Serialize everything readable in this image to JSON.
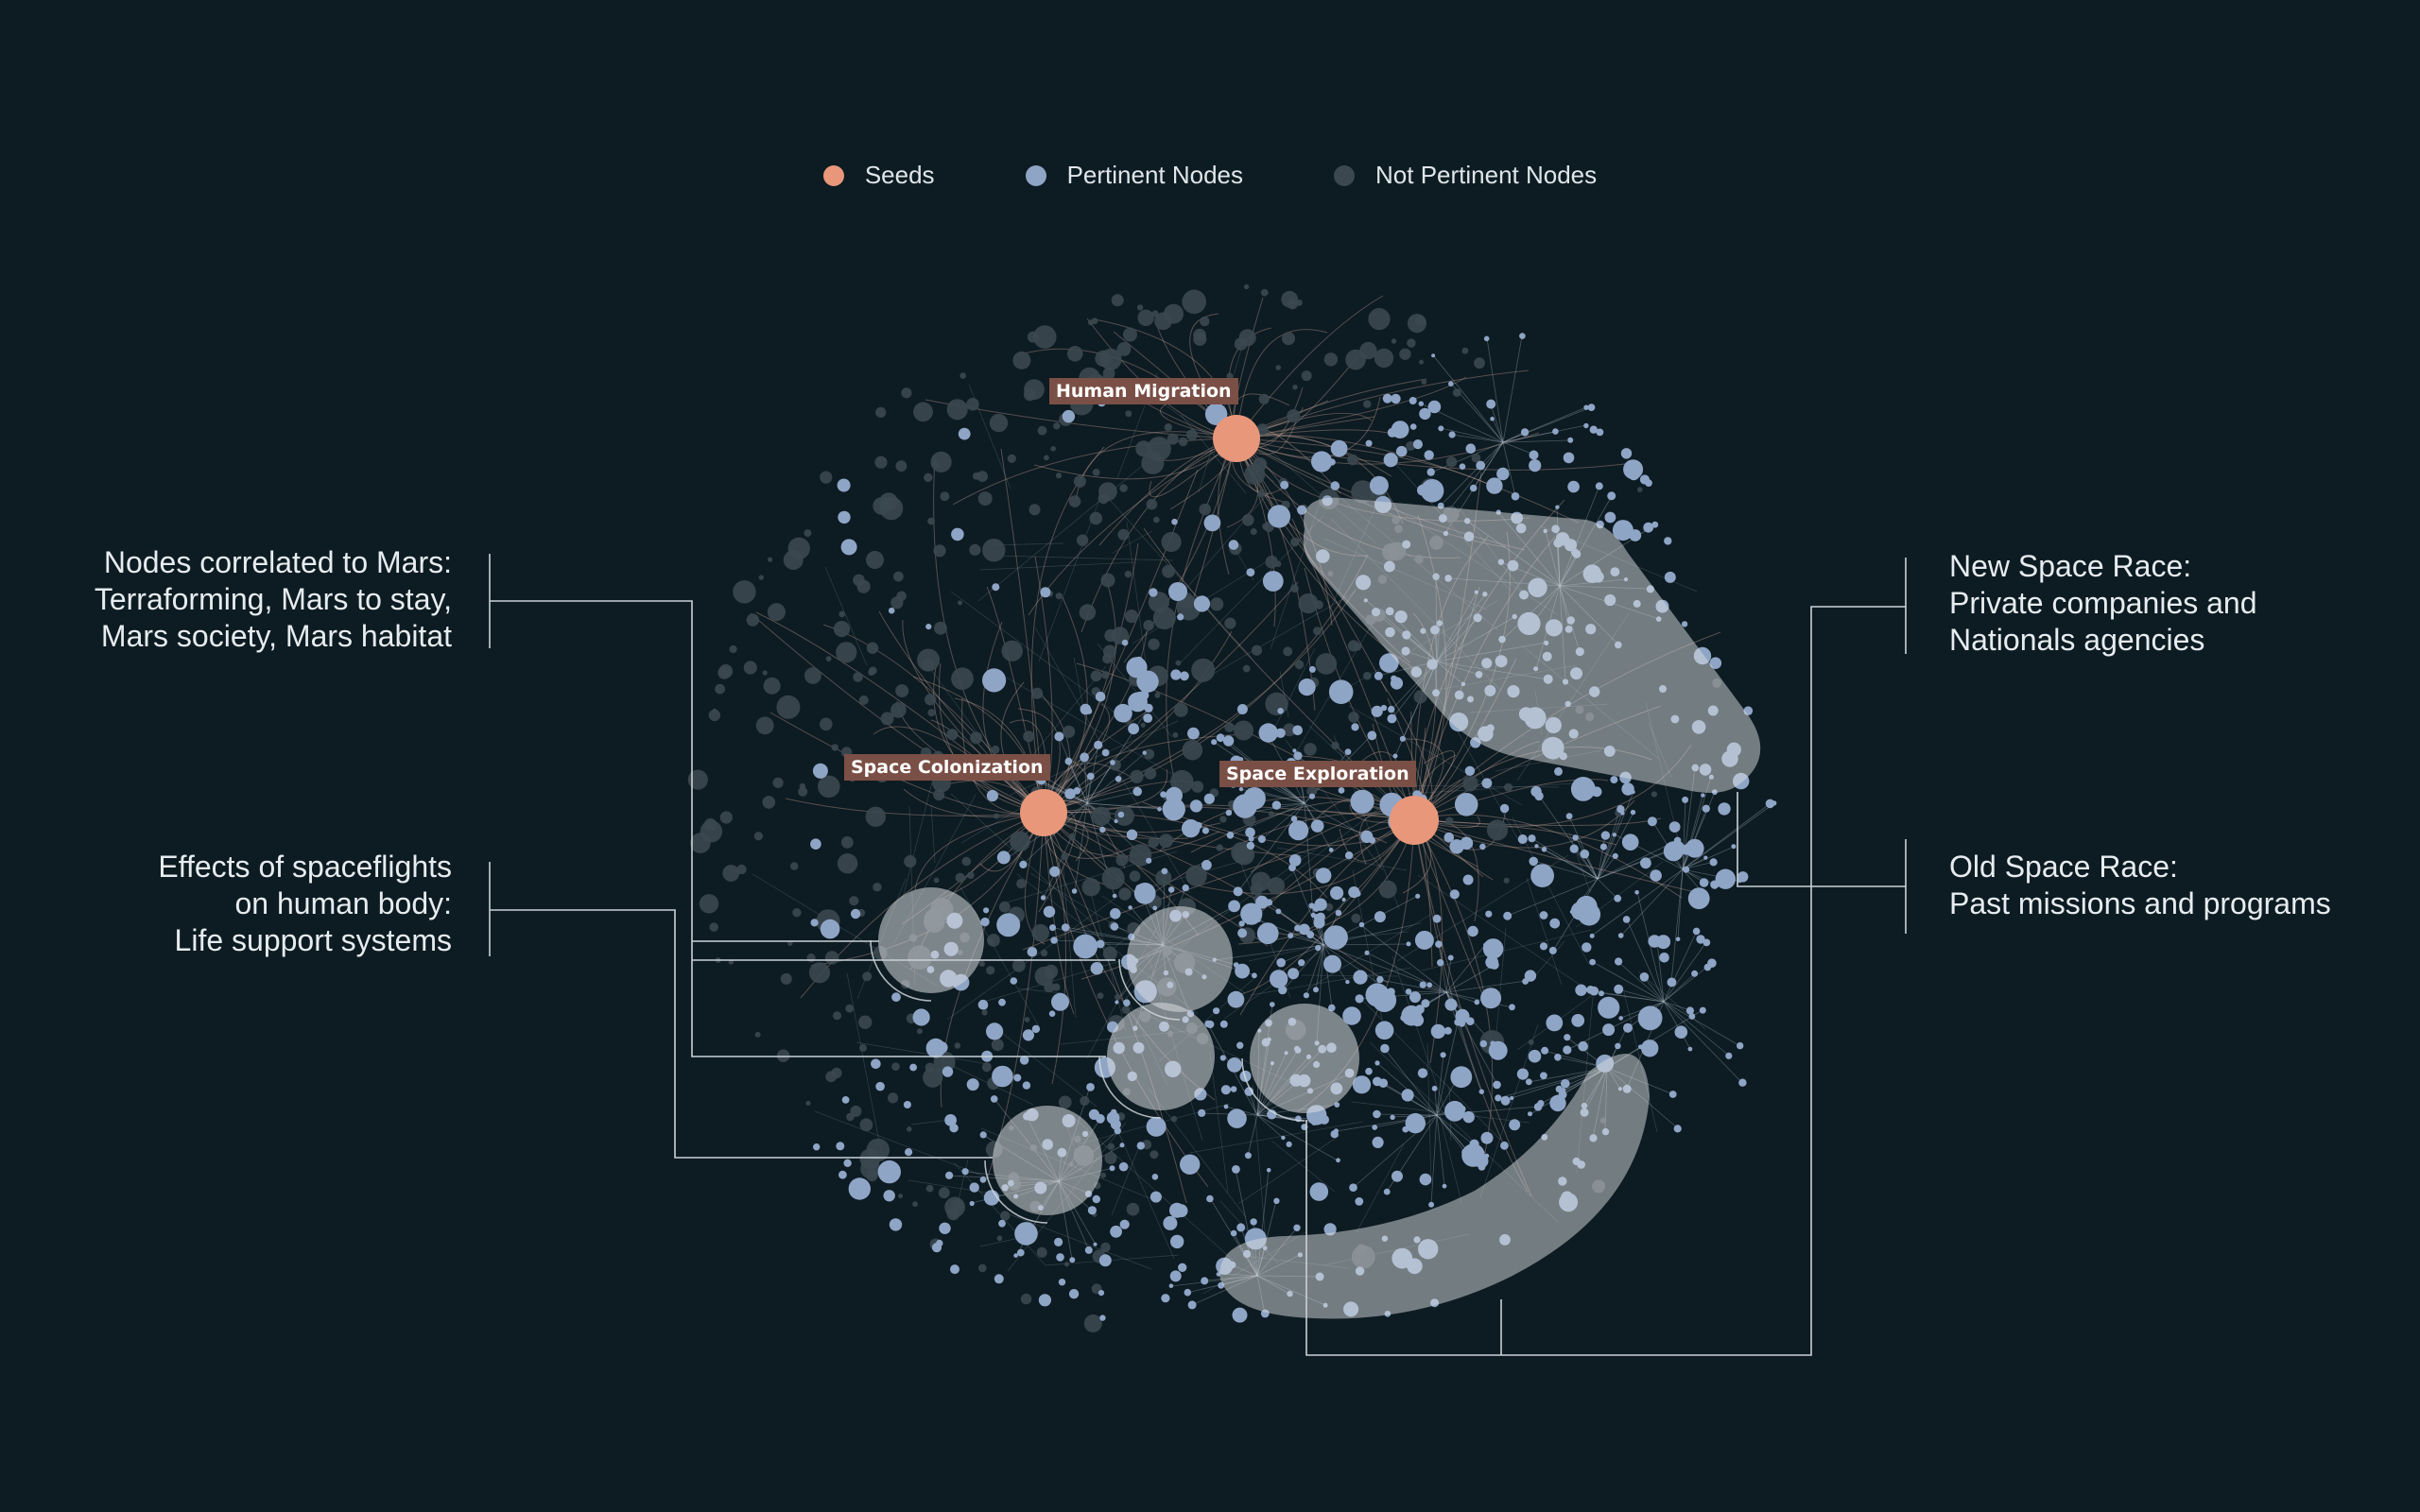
{
  "colors": {
    "background": "#0d1b22",
    "seed": "#e8977a",
    "pertinent": "#8fa5c6",
    "not_pertinent": "#3b4850",
    "cluster_highlight": "#d9dde0",
    "label_bg": "#7a4f45"
  },
  "legend": {
    "seeds": "Seeds",
    "pertinent": "Pertinent Nodes",
    "not_pertinent": "Not Pertinent Nodes"
  },
  "seeds": {
    "human_migration": "Human Migration",
    "space_colonization": "Space Colonization",
    "space_exploration": "Space Exploration"
  },
  "callouts": {
    "mars": "Nodes correlated to Mars:\nTerraforming, Mars to stay,\nMars society, Mars habitat",
    "spaceflight": "Effects of spaceflights\non human body:\nLife support systems",
    "new_space_race": "New Space Race:\nPrivate companies and\nNationals agencies",
    "old_space_race": "Old Space Race:\nPast missions and programs"
  }
}
